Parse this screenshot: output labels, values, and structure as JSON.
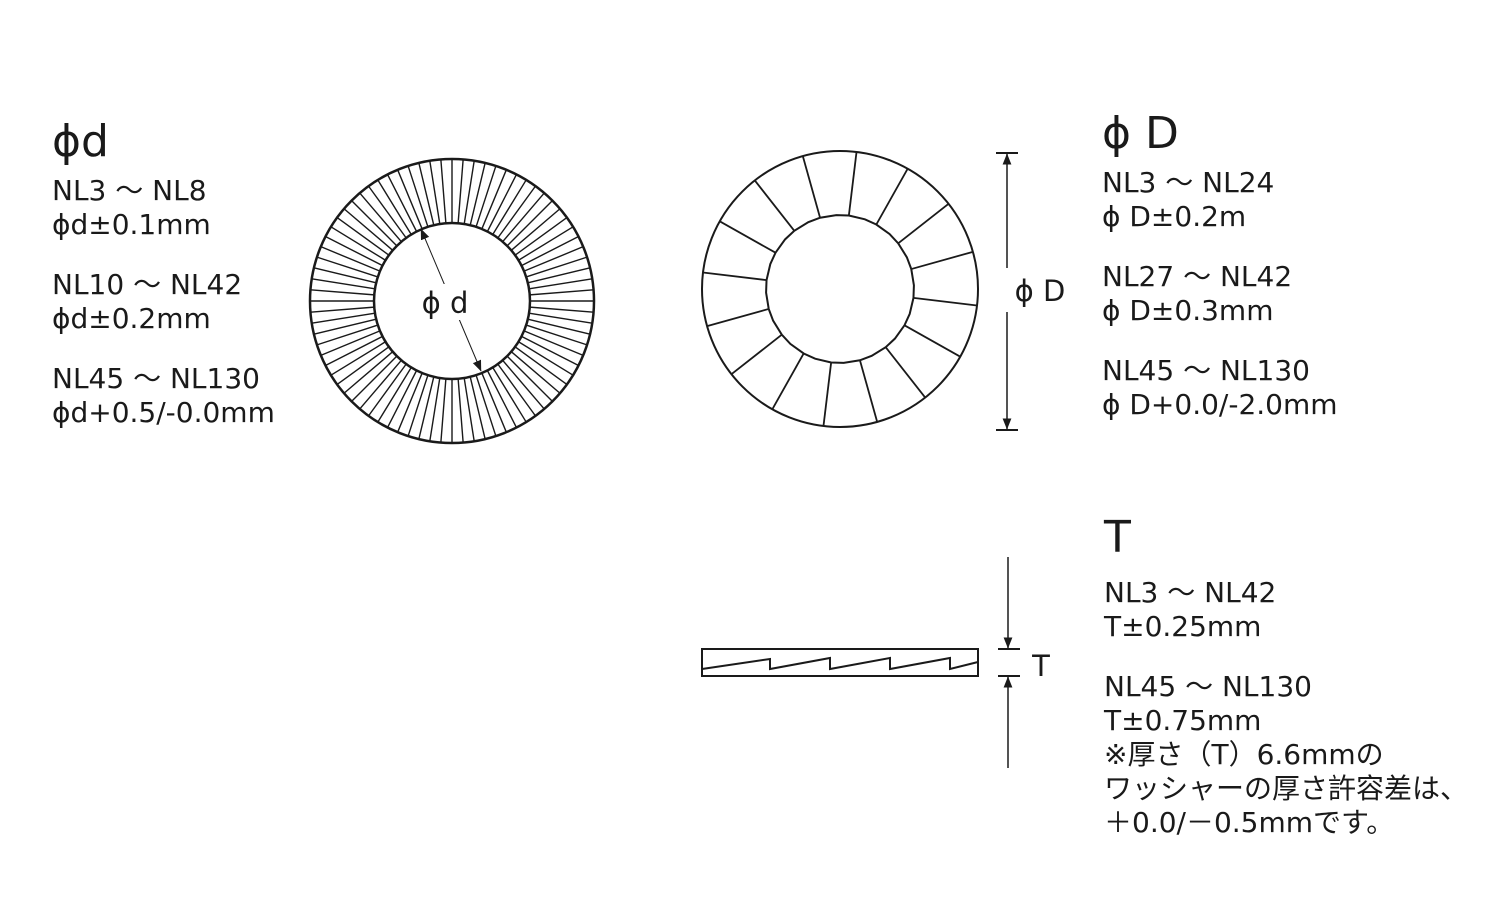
{
  "inner_diameter": {
    "title": "ϕd",
    "groups": [
      {
        "range": "NL3 ～ NL8",
        "tolerance": "ϕd±0.1mm"
      },
      {
        "range": "NL10 ～ NL42",
        "tolerance": "ϕd±0.2mm"
      },
      {
        "range": "NL45 ～ NL130",
        "tolerance": "ϕd+0.5/-0.0mm"
      }
    ],
    "drawing_label": "ϕ d"
  },
  "outer_diameter": {
    "title": "ϕ D",
    "groups": [
      {
        "range": "NL3 ～ NL24",
        "tolerance": "ϕ D±0.2m"
      },
      {
        "range": "NL27 ～ NL42",
        "tolerance": "ϕ D±0.3mm"
      },
      {
        "range": "NL45 ～ NL130",
        "tolerance": "ϕ D+0.0/-2.0mm"
      }
    ],
    "drawing_label": "ϕ D"
  },
  "thickness": {
    "title": "T",
    "groups": [
      {
        "range": "NL3 ～ NL42",
        "tolerance": "T±0.25mm"
      },
      {
        "range": "NL45 ～ NL130",
        "tolerance": "T±0.75mm"
      }
    ],
    "note": [
      "※厚さ（T）6.6mmの",
      "ワッシャーの厚さ許容差は、",
      "＋0.0/－0.5mmです。"
    ],
    "drawing_label": "T"
  },
  "colors": {
    "stroke": "#1a1a1a",
    "background": "#ffffff"
  }
}
